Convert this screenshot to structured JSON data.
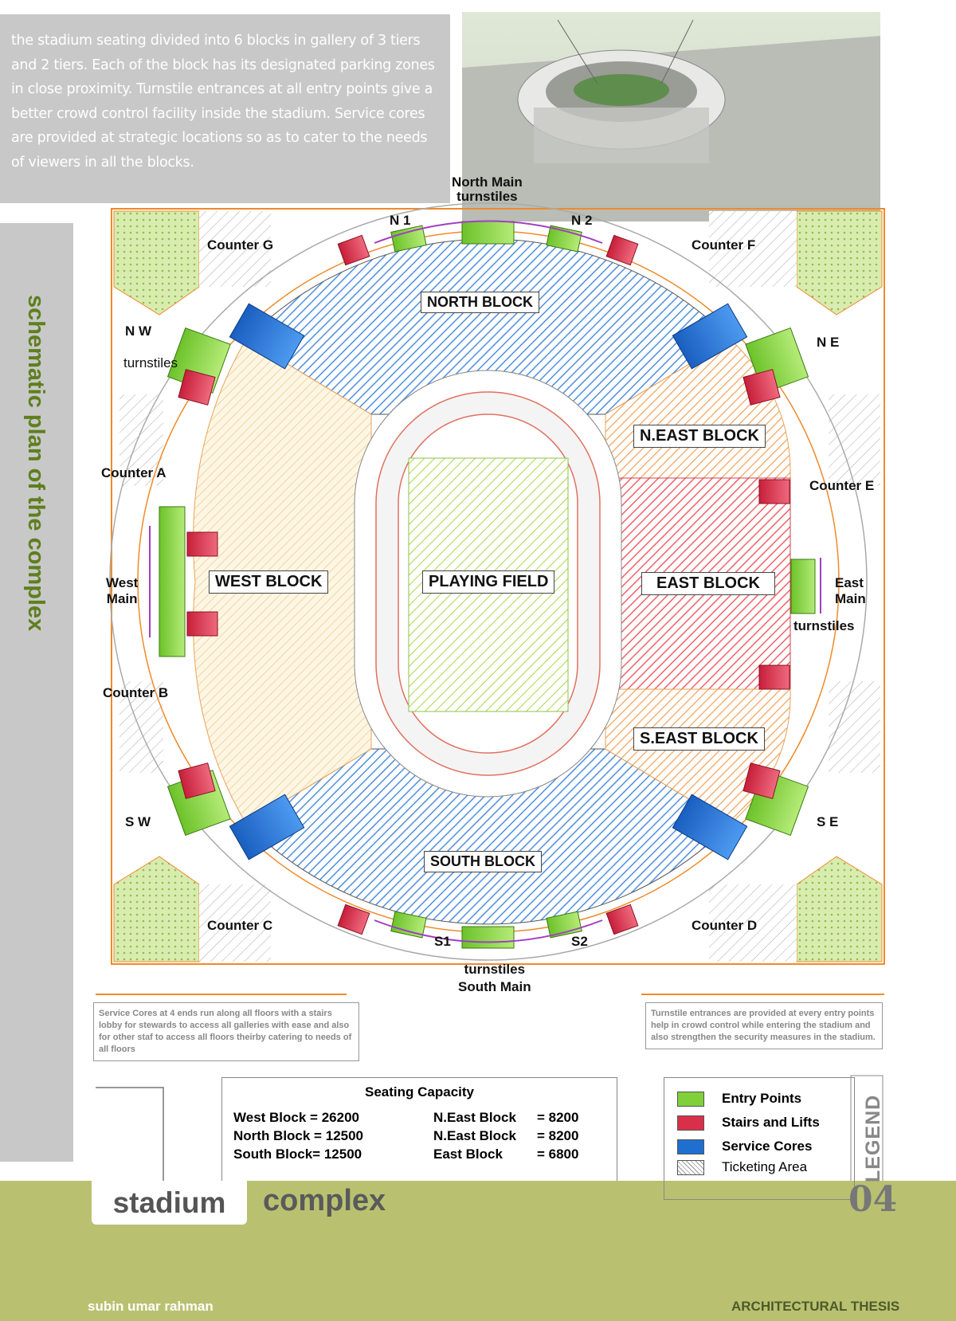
{
  "intro_text": "the stadium seating divided into 6 blocks in gallery of 3 tiers and 2 tiers. Each of the block has its designated parking zones in close proximity. Turnstile entrances at all entry points give a better crowd control facility inside the stadium. Service cores are provided at strategic locations so as to cater to the needs of viewers in all the blocks.",
  "sidebar_title": "schematic plan of the complex",
  "plan": {
    "blocks": {
      "north": "NORTH BLOCK",
      "south": "SOUTH BLOCK",
      "west": "WEST BLOCK",
      "east": "EAST BLOCK",
      "ne": "N.EAST BLOCK",
      "se": "S.EAST BLOCK",
      "field": "PLAYING FIELD"
    },
    "labels": {
      "north_main": "North Main",
      "turnstiles": "turnstiles",
      "n1": "N 1",
      "n2": "N 2",
      "s1": "S1",
      "s2": "S2",
      "south_main": "South Main",
      "nw": "N W",
      "ne": "N E",
      "sw": "S W",
      "se": "S E",
      "west": "West",
      "main": "Main",
      "east": "East",
      "counter_a": "Counter A",
      "counter_b": "Counter B",
      "counter_c": "Counter C",
      "counter_d": "Counter D",
      "counter_e": "Counter E",
      "counter_f": "Counter F",
      "counter_g": "Counter G"
    }
  },
  "notes": {
    "left": "Service Cores at 4 ends run along all floors with a stairs lobby for stewards to access all galleries with ease and also for other staf to access all floors theirby catering to needs of all floors",
    "right": "Turnstile entrances are provided at every entry points help in crowd control while entering the stadium and also strengthen the security measures in the stadium."
  },
  "capacity": {
    "title": "Seating Capacity",
    "left": [
      {
        "name": "West Block =",
        "value": "26200"
      },
      {
        "name": "North Block =",
        "value": "12500"
      },
      {
        "name": "South Block=",
        "value": "12500"
      }
    ],
    "right": [
      {
        "name": "N.East Block",
        "value": "= 8200"
      },
      {
        "name": "N.East Block",
        "value": "= 8200"
      },
      {
        "name": "East  Block",
        "value": "= 6800"
      }
    ]
  },
  "legend": {
    "title": "LEGEND",
    "items": [
      {
        "label": "Entry Points",
        "color": "#7fd03a"
      },
      {
        "label": "Stairs and Lifts",
        "color": "#d8304a"
      },
      {
        "label": "Service Cores",
        "color": "#1e6fd0"
      },
      {
        "label": "Ticketing Area",
        "color": "hatch"
      }
    ]
  },
  "footer": {
    "word1": "stadium",
    "word2": "complex",
    "author": "subin umar rahman",
    "thesis": "ARCHITECTURAL THESIS",
    "page": "04"
  }
}
